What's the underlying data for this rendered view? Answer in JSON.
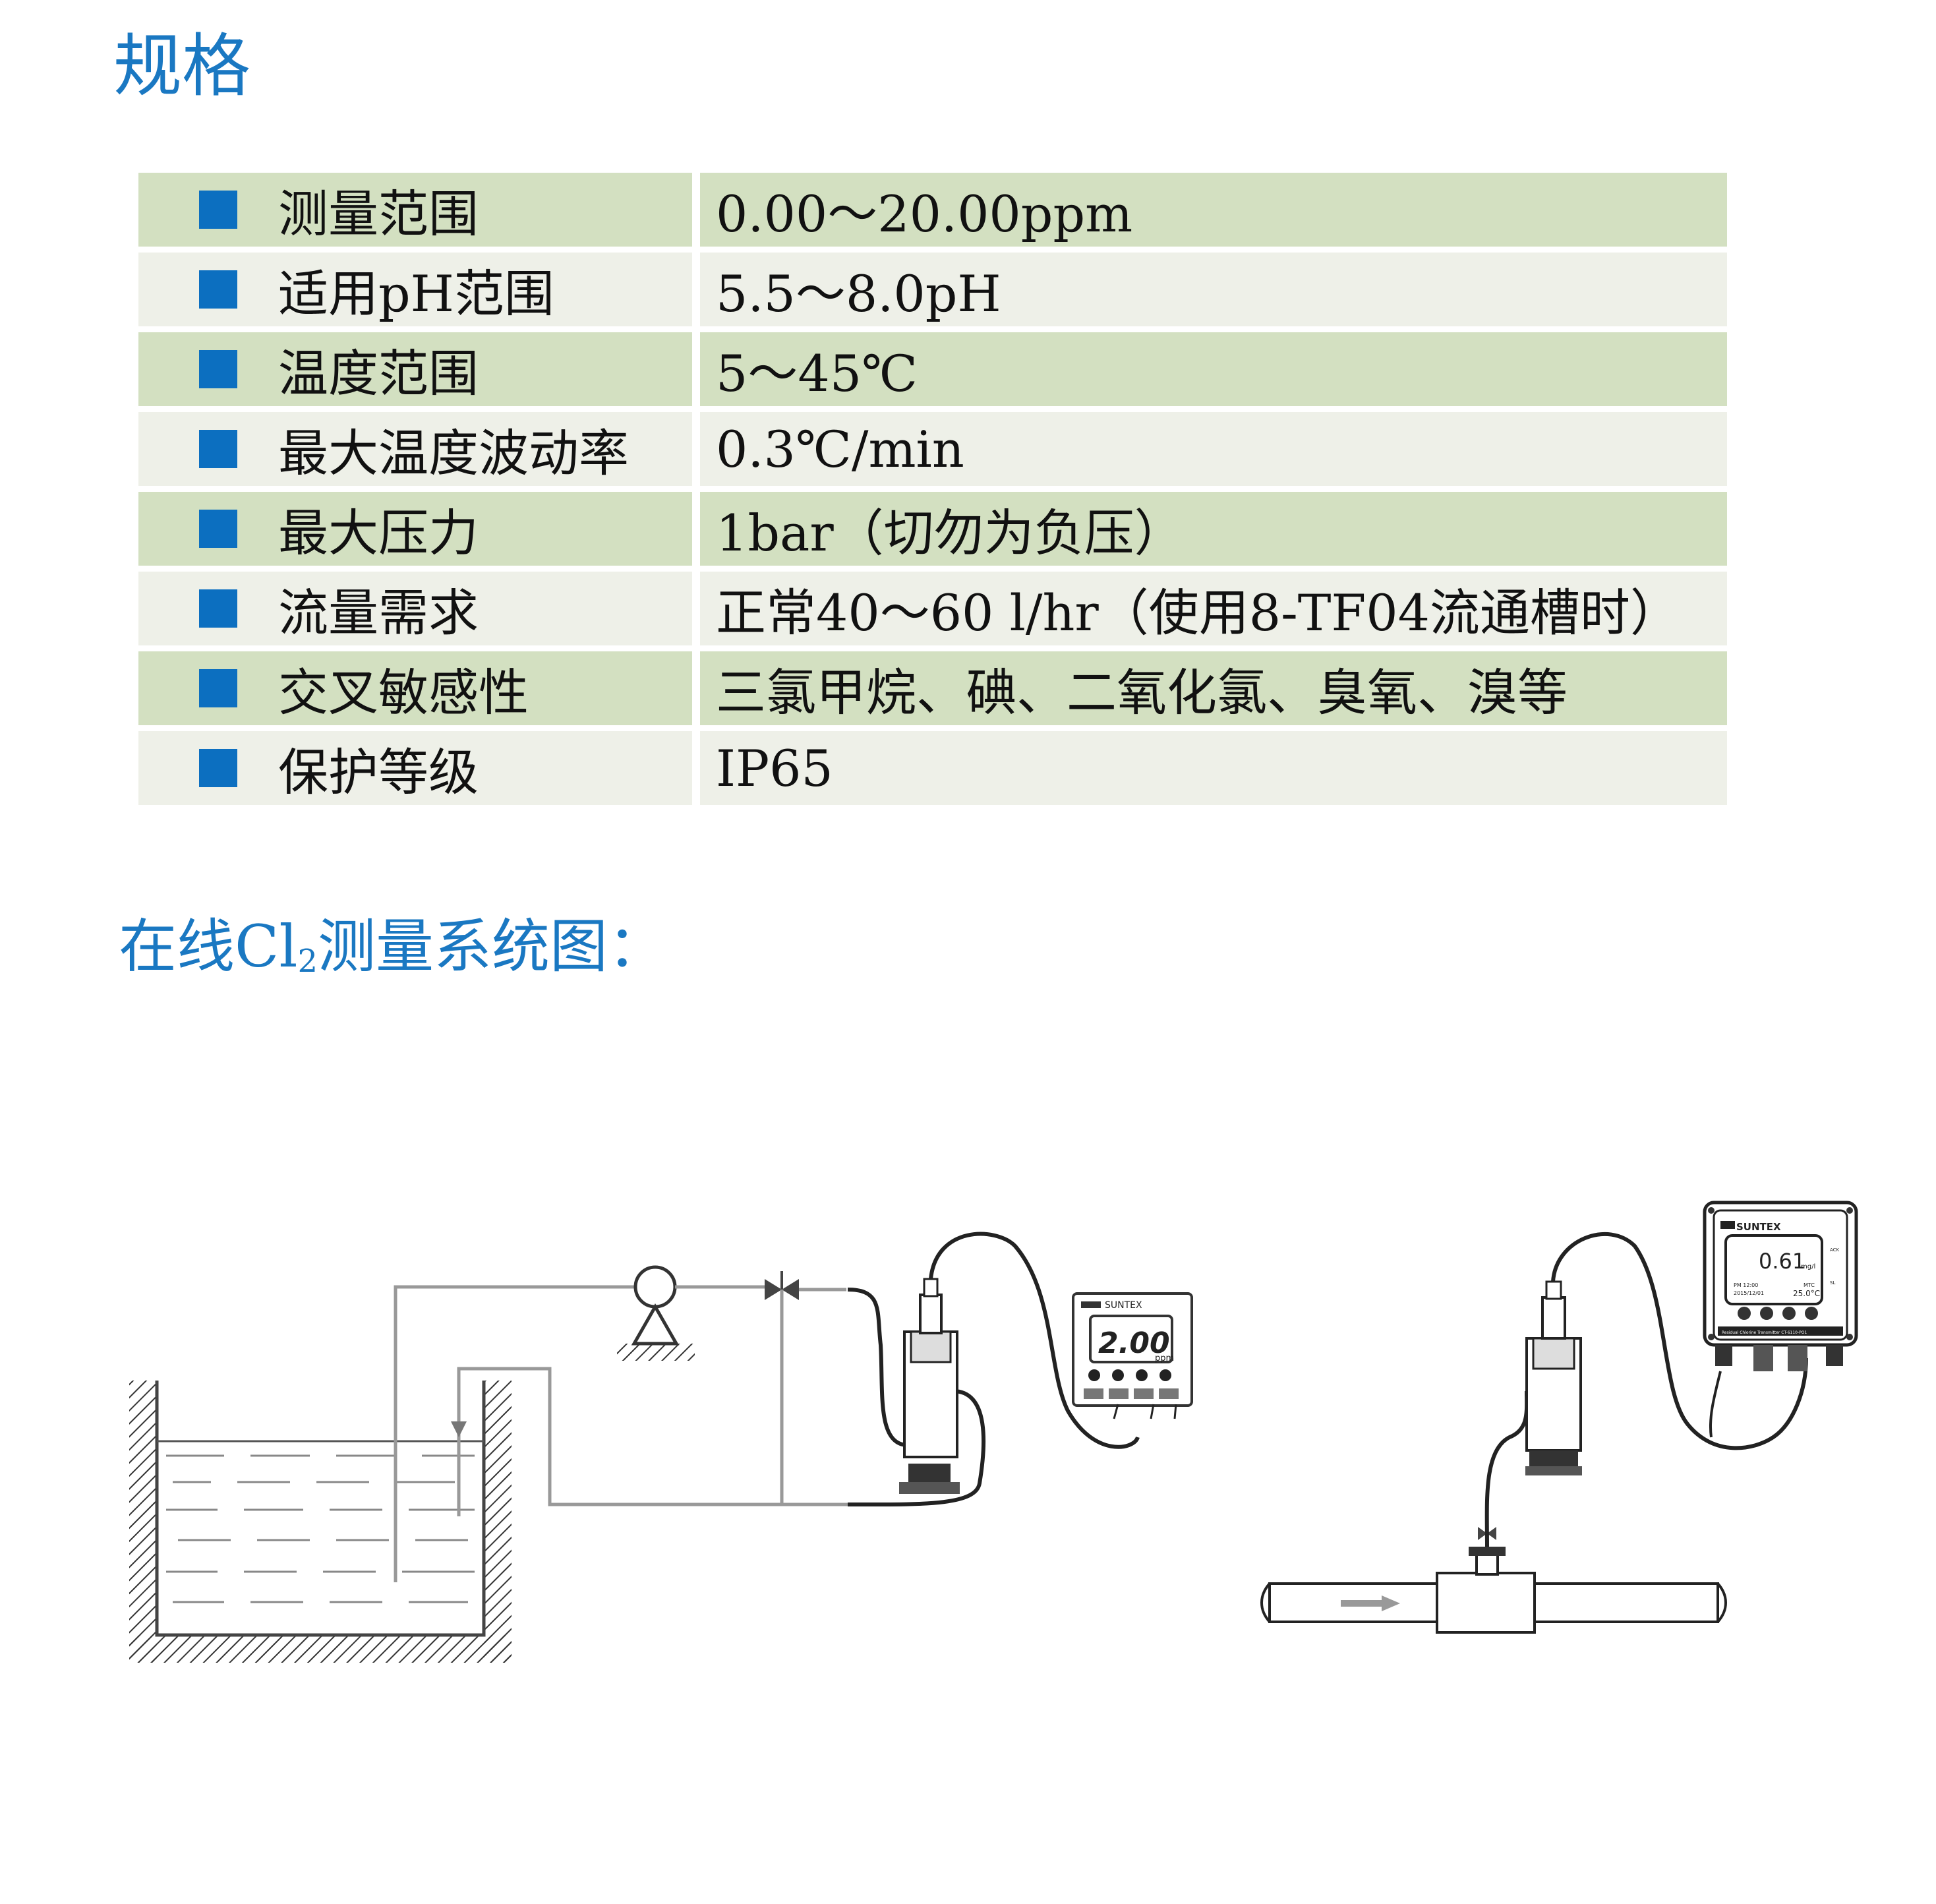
{
  "spec_title": "规格",
  "spec_rows": [
    {
      "label": "测量范围",
      "value": "0.00～20.00ppm"
    },
    {
      "label": "适用pH范围",
      "value": "5.5～8.0pH"
    },
    {
      "label": "温度范围",
      "value": "5～45℃"
    },
    {
      "label": "最大温度波动率",
      "value": "0.3℃/min"
    },
    {
      "label": "最大压力",
      "value": "1bar（切勿为负压）"
    },
    {
      "label": "流量需求",
      "value": "正常40～60 l/hr（使用8-TF04流通槽时）"
    },
    {
      "label": "交叉敏感性",
      "value": "三氯甲烷、碘、二氧化氯、臭氧、溴等"
    },
    {
      "label": "保护等级",
      "value": "IP65"
    }
  ],
  "diagram_title": {
    "prefix": "在线Cl",
    "subscript": "2",
    "suffix": "测量系统图："
  },
  "left_meter": {
    "brand": "SUNTEX",
    "reading": "2.00",
    "unit": "ppm"
  },
  "right_meter": {
    "brand": "SUNTEX",
    "reading": "0.61",
    "unit": "mg/l",
    "time": "PM 12:00",
    "date": "2015/12/01",
    "mode": "MTC",
    "temperature": "25.0°C",
    "side_labels": [
      "ACK",
      "SL"
    ],
    "plate": "Residual Chlorine Transmitter CT-6110-PO1"
  },
  "colors": {
    "title": "#1a78c2",
    "bullet": "#0c6fc0",
    "row_green": "#d3e0c1",
    "row_light": "#eef0e8"
  }
}
